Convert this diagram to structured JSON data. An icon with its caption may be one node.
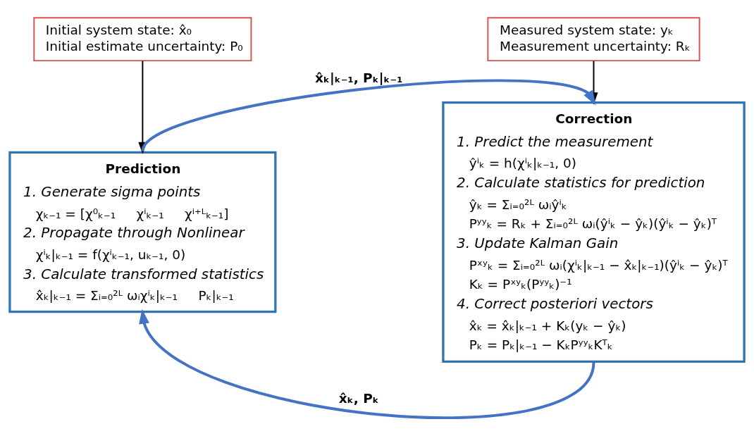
{
  "diagram": {
    "nodes": [
      {
        "text": [
          "Initial system state: x̂₀",
          "Initial estimate uncertainty: P₀"
        ]
      },
      {
        "text": [
          "Measured system state: yₖ",
          "Measurement uncertainty: Rₖ"
        ]
      },
      {
        "text": [
          "Prediction",
          "1. Generate sigma points",
          "χₖ₋₁ = [χ⁰ₖ₋₁     χⁱₖ₋₁     χⁱ⁺ᴸₖ₋₁]",
          "2. Propagate through Nonlinear",
          "χⁱₖ|ₖ₋₁ = f(χⁱₖ₋₁, uₖ₋₁, 0)",
          "3. Calculate transformed statistics",
          "x̂ₖ|ₖ₋₁ = Σᵢ₌₀²ᴸ ωᵢχⁱₖ|ₖ₋₁     Pₖ|ₖ₋₁"
        ]
      },
      {
        "text": [
          "Correction",
          "1. Predict the measurement",
          "ŷⁱₖ = h(χⁱₖ|ₖ₋₁, 0)",
          "2. Calculate statistics for prediction",
          "ŷₖ = Σᵢ₌₀²ᴸ ωᵢŷⁱₖ",
          "Pʸʸₖ = Rₖ + Σᵢ₌₀²ᴸ ωᵢ(ŷⁱₖ − ŷₖ)(ŷⁱₖ − ŷₖ)ᵀ",
          "3. Update Kalman Gain",
          "Pˣʸₖ = Σᵢ₌₀²ᴸ ωᵢ(χⁱₖ|ₖ₋₁ − x̂ₖ|ₖ₋₁)(ŷⁱₖ − ŷₖ)ᵀ",
          "Kₖ = Pˣʸₖ(Pʸʸₖ)⁻¹",
          "4. Correct posteriori vectors",
          "x̂ₖ = x̂ₖ|ₖ₋₁ + Kₖ(yₖ − ŷₖ)",
          "Pₖ = Pₖ|ₖ₋₁ − KₖPʸʸₖKᵀₖ"
        ]
      }
    ],
    "edges": [
      {
        "from": 0,
        "to": 2,
        "arrow": "to"
      },
      {
        "from": 1,
        "to": 3,
        "arrow": "to"
      },
      {
        "from": 2,
        "to": 3,
        "arrow": "to",
        "label": "x̂ₖ|ₖ₋₁, Pₖ|ₖ₋₁",
        "style": "thick",
        "color": "#4472c4"
      },
      {
        "from": 3,
        "to": 2,
        "arrow": "to",
        "label": "x̂ₖ, Pₖ",
        "style": "thick",
        "color": "#4472c4"
      }
    ]
  }
}
